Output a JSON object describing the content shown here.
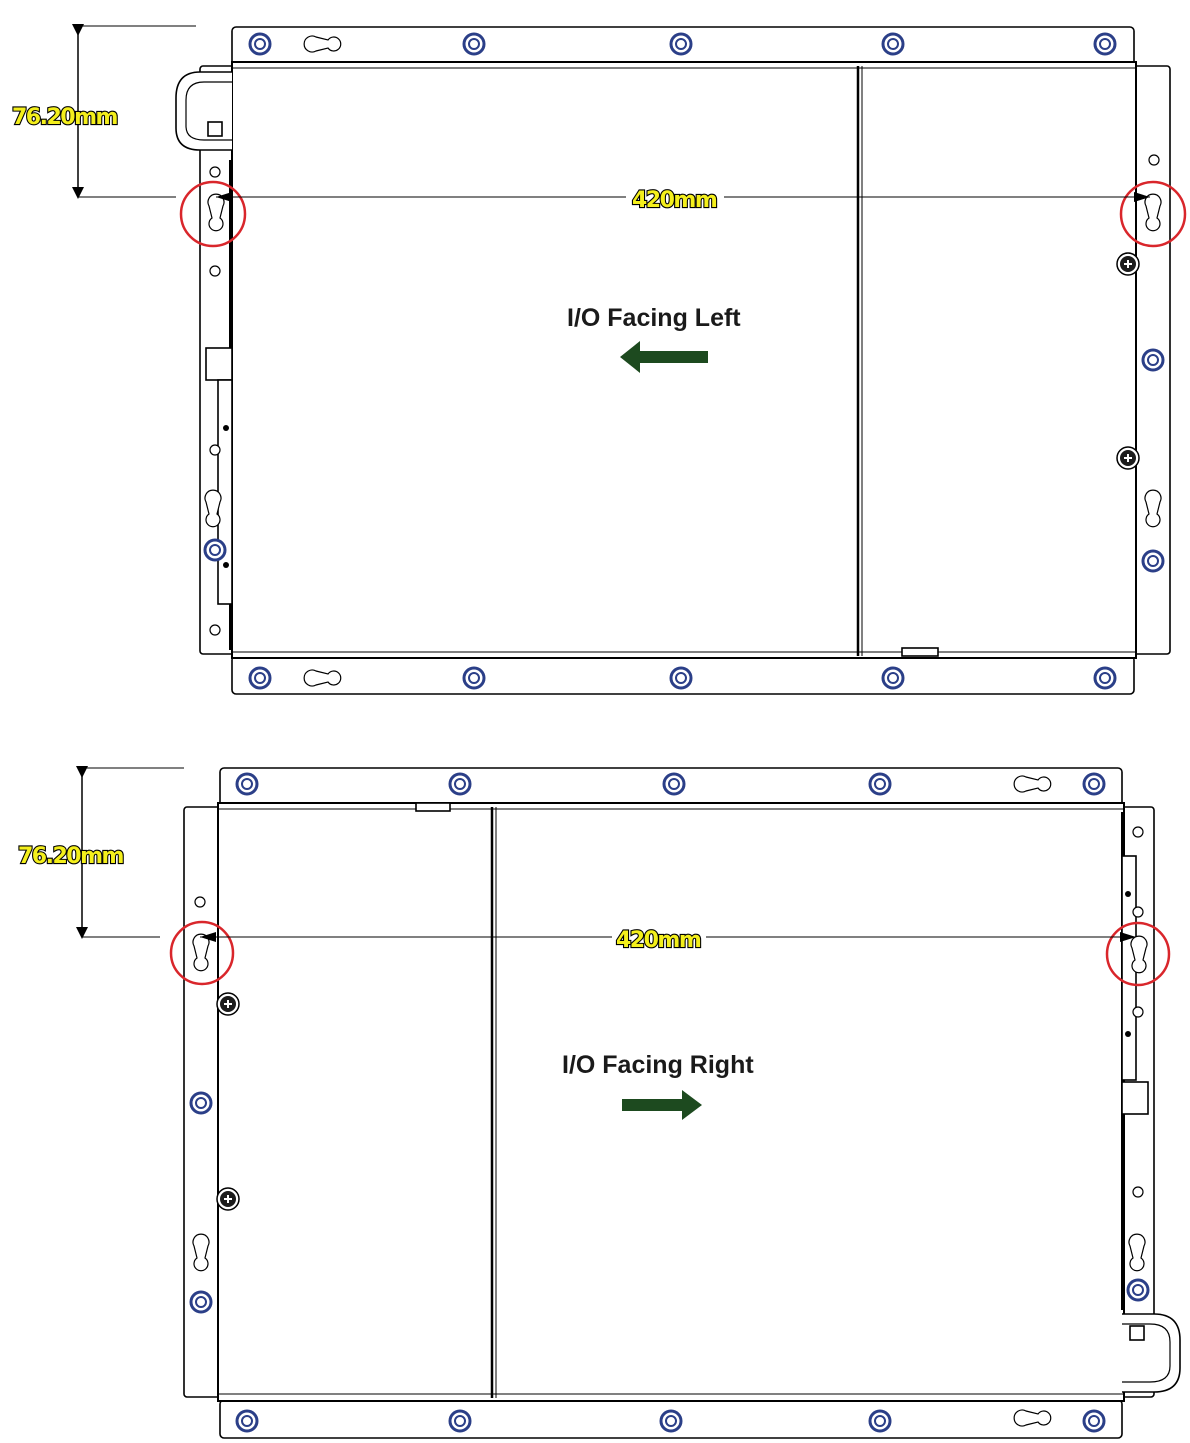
{
  "diagrams": [
    {
      "height_dim": "76.20mm",
      "width_dim": "420mm",
      "io_label": "I/O Facing Left",
      "arrow_direction": "left"
    },
    {
      "height_dim": "76.20mm",
      "width_dim": "420mm",
      "io_label": "I/O Facing Right",
      "arrow_direction": "right"
    }
  ],
  "colors": {
    "screw_ring": "#2b3f88",
    "highlight_circle": "#d9262b",
    "dimension_fill": "#f4ef1c",
    "arrow": "#1d4a1f"
  }
}
